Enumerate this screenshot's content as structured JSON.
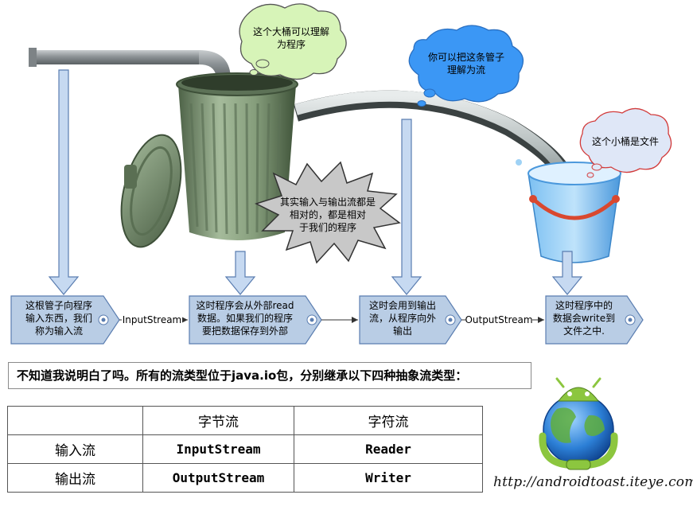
{
  "bubbles": {
    "program": "这个大桶可以理解\n为程序",
    "pipe": "你可以把这条管子\n理解为流",
    "file": "这个小桶是文件",
    "relative": "其实输入与输出流都是\n相对的，都是相对\n于我们的程序"
  },
  "flow": {
    "boxes": [
      "这根管子向程序\n输入东西，我们\n称为输入流",
      "这时程序会从外部read\n数据。如果我们的程序\n要把数据保存到外部",
      "这时会用到输出\n流，从程序向外\n输出",
      "这时程序中的\n数据会write到\n文件之中."
    ],
    "connectors": [
      "InputStream",
      "OutputStream"
    ]
  },
  "note": "不知道我说明白了吗。所有的流类型位于java.io包，分别继承以下四种抽象流类型：",
  "table": {
    "headers": [
      "",
      "字节流",
      "字符流"
    ],
    "rows": [
      {
        "label": "输入流",
        "byte": "InputStream",
        "char": "Reader"
      },
      {
        "label": "输出流",
        "byte": "OutputStream",
        "char": "Writer"
      }
    ]
  },
  "watermark": "http://androidtoast.iteye.com/",
  "colors": {
    "arrow_fill": "#c6d9f1",
    "box_fill": "#b9cde5",
    "can": "#7f9a75",
    "bucket": "#6aaee8",
    "cloud_green": "#d7f4b8",
    "cloud_blue": "#3b97f5",
    "cloud_pink": "#dfe7f7"
  }
}
